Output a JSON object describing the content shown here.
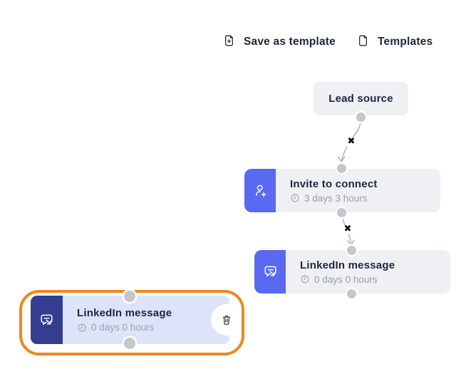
{
  "toolbar": {
    "save_as_template_label": "Save as template",
    "templates_label": "Templates"
  },
  "canvas": {
    "lead_source_title": "Lead source",
    "remove_connector_glyph": "✖",
    "steps": [
      {
        "title": "Invite to connect",
        "delay": "3 days 3 hours",
        "icon": "person-add-icon",
        "state": "default"
      },
      {
        "title": "LinkedIn message",
        "delay": "0 days 0 hours",
        "icon": "message-send-icon",
        "state": "default"
      },
      {
        "title": "LinkedIn message",
        "delay": "0 days 0 hours",
        "icon": "message-send-icon",
        "state": "selected"
      }
    ]
  },
  "colors": {
    "accent_blue": "#5a69f1",
    "selected_icon_bg": "#333e90",
    "selected_node_bg": "#dee3f9",
    "node_bg": "#eef0f3",
    "selection_outline": "#f0871f",
    "title_text": "#1e2742",
    "subtitle_text": "#99a0ac",
    "connector": "#b3b7be",
    "dot": "#c4c7cd"
  }
}
